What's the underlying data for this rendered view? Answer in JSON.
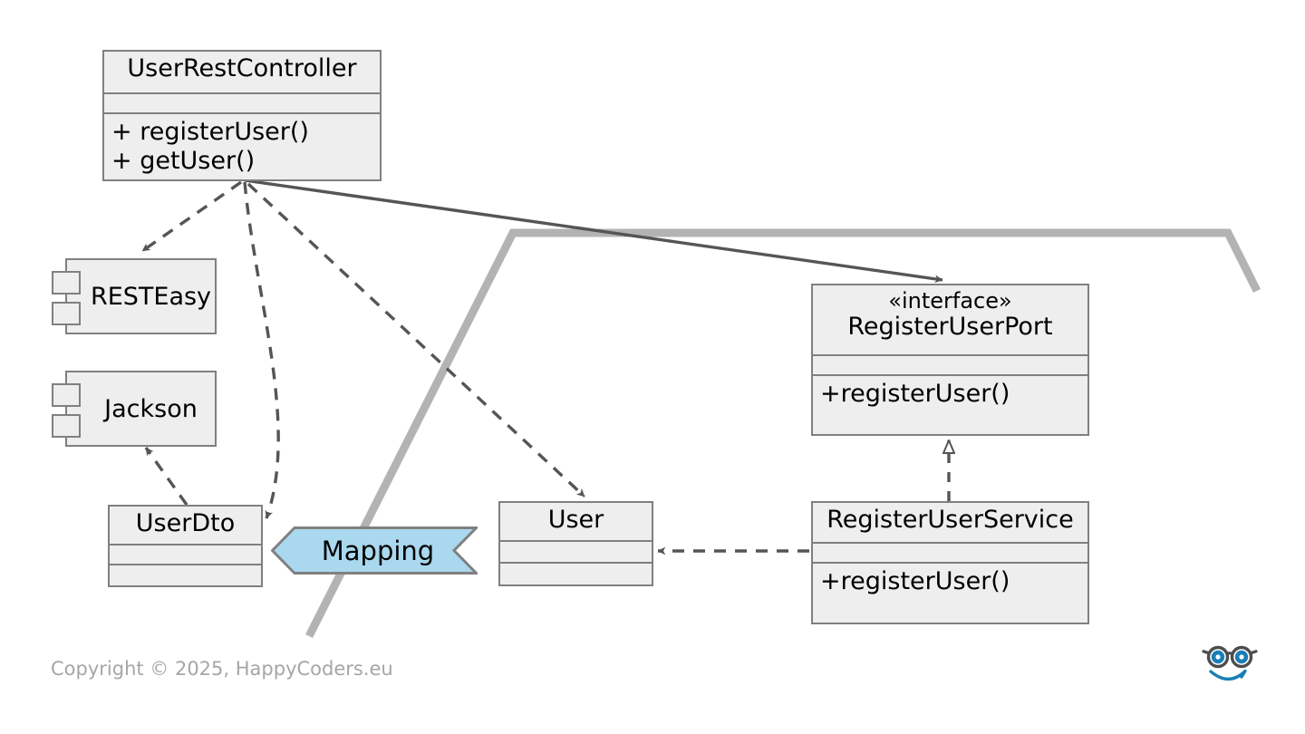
{
  "diagram": {
    "title": "Hexagonal Architecture REST adapter UML class diagram",
    "type": "uml-class-diagram",
    "colors": {
      "box_fill": "#eeeeee",
      "box_border": "#808080",
      "arrow": "#555555",
      "thick_path": "#b3b3b3",
      "mapping_fill": "#aad8ee",
      "mapping_border": "#808080",
      "footer_text": "#a6a6a6",
      "logo_blue": "#1a7fb5",
      "logo_dark": "#4d4d4d",
      "background": "#ffffff"
    },
    "classes": [
      {
        "id": "user-rest-controller",
        "name": "UserRestController",
        "stereotype": "",
        "attributes": [],
        "methods": [
          "+ registerUser()",
          "+ getUser()"
        ]
      },
      {
        "id": "register-user-port",
        "name": "RegisterUserPort",
        "stereotype": "«interface»",
        "attributes": [],
        "methods": [
          "+registerUser()"
        ]
      },
      {
        "id": "register-user-service",
        "name": "RegisterUserService",
        "stereotype": "",
        "attributes": [],
        "methods": [
          "+registerUser()"
        ]
      },
      {
        "id": "user-dto",
        "name": "UserDto",
        "stereotype": "",
        "attributes": [],
        "methods": []
      },
      {
        "id": "user",
        "name": "User",
        "stereotype": "",
        "attributes": [],
        "methods": []
      }
    ],
    "components": [
      {
        "id": "resteasy",
        "name": "RESTEasy"
      },
      {
        "id": "jackson",
        "name": "Jackson"
      }
    ],
    "banners": [
      {
        "id": "mapping",
        "label": "Mapping"
      }
    ],
    "relations": [
      {
        "from": "UserRestController",
        "to": "RESTEasy",
        "style": "dashed",
        "arrow": "open",
        "kind": "dependency"
      },
      {
        "from": "UserRestController",
        "to": "UserDto",
        "style": "dashed",
        "arrow": "open",
        "kind": "dependency"
      },
      {
        "from": "UserRestController",
        "to": "User",
        "style": "dashed",
        "arrow": "open",
        "kind": "dependency"
      },
      {
        "from": "UserRestController",
        "to": "RegisterUserPort",
        "style": "solid",
        "arrow": "open",
        "kind": "association"
      },
      {
        "from": "UserDto",
        "to": "Jackson",
        "style": "dashed",
        "arrow": "open",
        "kind": "dependency"
      },
      {
        "from": "RegisterUserService",
        "to": "RegisterUserPort",
        "style": "dashed",
        "arrow": "hollow-triangle",
        "kind": "realization"
      },
      {
        "from": "RegisterUserService",
        "to": "User",
        "style": "dashed",
        "arrow": "open",
        "kind": "dependency"
      }
    ]
  },
  "footer": {
    "copyright": "Copyright © 2025, HappyCoders.eu",
    "logo_name": "happycoders-smiley-logo"
  }
}
